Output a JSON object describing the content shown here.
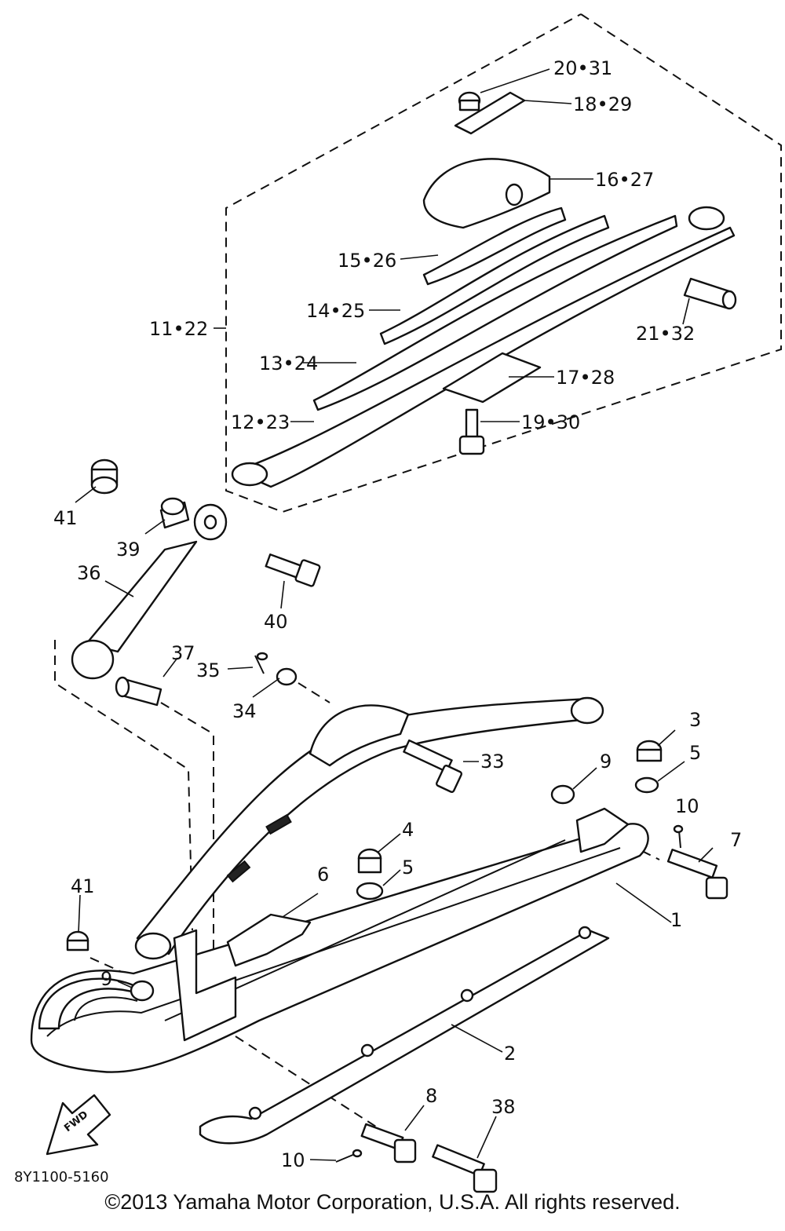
{
  "diagram": {
    "drawing_number": "8Y1100-5160",
    "fwd_label": "FWD",
    "callouts": [
      {
        "id": "c-20-31",
        "text": "20•31"
      },
      {
        "id": "c-18-29",
        "text": "18•29"
      },
      {
        "id": "c-16-27",
        "text": "16•27"
      },
      {
        "id": "c-15-26",
        "text": "15•26"
      },
      {
        "id": "c-14-25",
        "text": "14•25"
      },
      {
        "id": "c-11-22",
        "text": "11•22"
      },
      {
        "id": "c-13-24",
        "text": "13•24"
      },
      {
        "id": "c-21-32",
        "text": "21•32"
      },
      {
        "id": "c-17-28",
        "text": "17•28"
      },
      {
        "id": "c-12-23",
        "text": "12•23"
      },
      {
        "id": "c-19-30",
        "text": "19•30"
      },
      {
        "id": "c-41a",
        "text": "41"
      },
      {
        "id": "c-39",
        "text": "39"
      },
      {
        "id": "c-36",
        "text": "36"
      },
      {
        "id": "c-40",
        "text": "40"
      },
      {
        "id": "c-37",
        "text": "37"
      },
      {
        "id": "c-35",
        "text": "35"
      },
      {
        "id": "c-34",
        "text": "34"
      },
      {
        "id": "c-33",
        "text": "33"
      },
      {
        "id": "c-3",
        "text": "3"
      },
      {
        "id": "c-9a",
        "text": "9"
      },
      {
        "id": "c-5a",
        "text": "5"
      },
      {
        "id": "c-10a",
        "text": "10"
      },
      {
        "id": "c-7",
        "text": "7"
      },
      {
        "id": "c-4",
        "text": "4"
      },
      {
        "id": "c-5b",
        "text": "5"
      },
      {
        "id": "c-6",
        "text": "6"
      },
      {
        "id": "c-1",
        "text": "1"
      },
      {
        "id": "c-41b",
        "text": "41"
      },
      {
        "id": "c-9b",
        "text": "9"
      },
      {
        "id": "c-2",
        "text": "2"
      },
      {
        "id": "c-8",
        "text": "8"
      },
      {
        "id": "c-38",
        "text": "38"
      },
      {
        "id": "c-10b",
        "text": "10"
      }
    ]
  },
  "footer": {
    "copyright": "©2013 Yamaha Motor Corporation, U.S.A. All rights reserved."
  }
}
